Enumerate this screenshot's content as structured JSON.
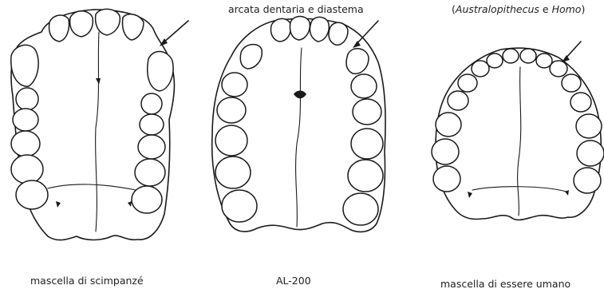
{
  "header_center": "arcata dentaria e diastema",
  "header_right": {
    "open_paren": "(",
    "genus_1": "Australopithecus",
    "conj": " e ",
    "genus_2": "Homo",
    "close_paren": ")"
  },
  "captions": {
    "chimpanzee": "mascella di scimpanzé",
    "al200": "AL-200",
    "human": "mascella di essere umano"
  },
  "ink_color": "#1a1a1a"
}
